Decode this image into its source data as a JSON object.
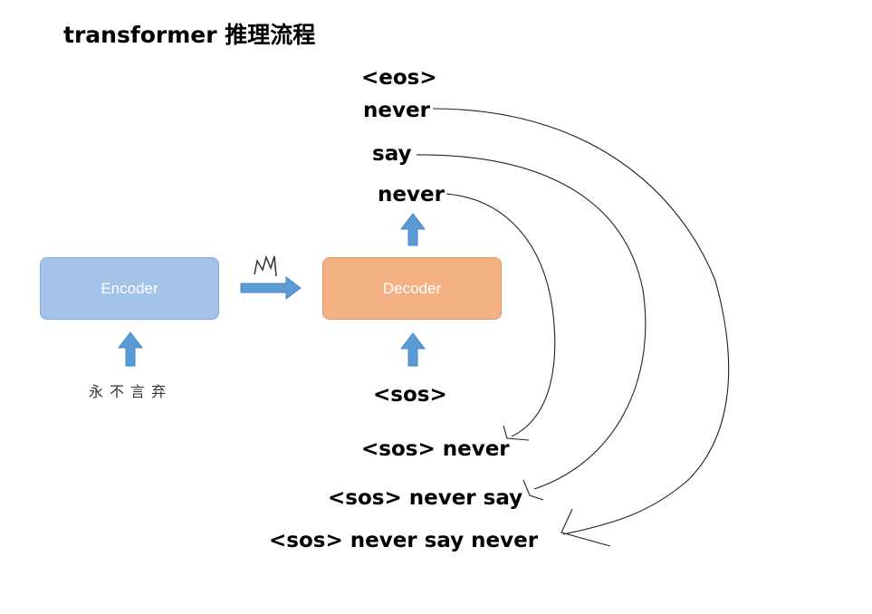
{
  "title": "transformer 推理流程",
  "encoder": {
    "label": "Encoder",
    "color": "#a4c3e8"
  },
  "decoder": {
    "label": "Decoder",
    "color": "#f4b183"
  },
  "input_text": "永不言弃",
  "handwritten_mark": "M",
  "outputs": [
    "<eos>",
    "never",
    "say",
    "never"
  ],
  "decoder_inputs": [
    "<sos>",
    "<sos> never",
    "<sos> never say",
    "<sos> never say never"
  ],
  "arrow_color": "#5b9bd5"
}
